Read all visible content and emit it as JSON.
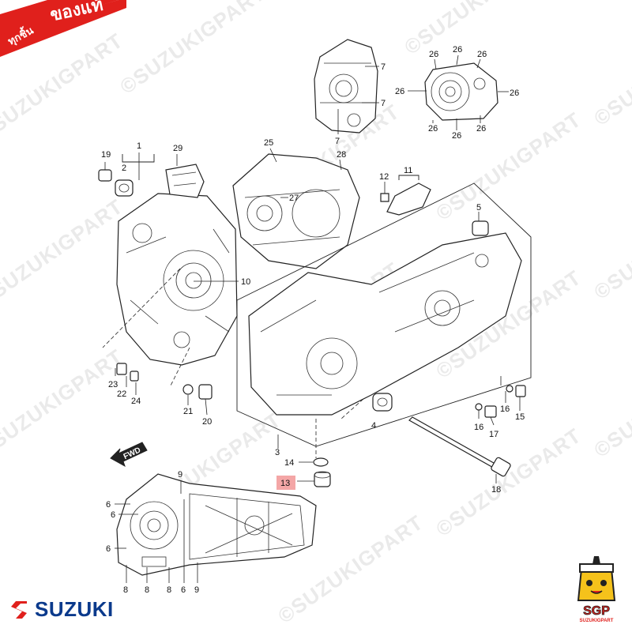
{
  "banner": {
    "small_text": "ทุกชิ้น",
    "big_text": "ของแท้",
    "color": "#e0201c"
  },
  "watermark": {
    "text": "©SUZUKIGPART"
  },
  "callouts": [
    {
      "id": "c1",
      "text": "1"
    },
    {
      "id": "c2",
      "text": "2"
    },
    {
      "id": "c3",
      "text": "3"
    },
    {
      "id": "c4",
      "text": "4"
    },
    {
      "id": "c5",
      "text": "5"
    },
    {
      "id": "c6a",
      "text": "6"
    },
    {
      "id": "c6b",
      "text": "6"
    },
    {
      "id": "c6c",
      "text": "6"
    },
    {
      "id": "c6d",
      "text": "6"
    },
    {
      "id": "c7a",
      "text": "7"
    },
    {
      "id": "c7b",
      "text": "7"
    },
    {
      "id": "c7c",
      "text": "7"
    },
    {
      "id": "c8a",
      "text": "8"
    },
    {
      "id": "c8b",
      "text": "8"
    },
    {
      "id": "c8c",
      "text": "8"
    },
    {
      "id": "c9a",
      "text": "9"
    },
    {
      "id": "c9b",
      "text": "9"
    },
    {
      "id": "c10",
      "text": "10"
    },
    {
      "id": "c11",
      "text": "11"
    },
    {
      "id": "c12",
      "text": "12"
    },
    {
      "id": "c13",
      "text": "13",
      "highlight": true
    },
    {
      "id": "c14",
      "text": "14"
    },
    {
      "id": "c15",
      "text": "15"
    },
    {
      "id": "c16a",
      "text": "16"
    },
    {
      "id": "c16b",
      "text": "16"
    },
    {
      "id": "c17",
      "text": "17"
    },
    {
      "id": "c18",
      "text": "18"
    },
    {
      "id": "c19",
      "text": "19"
    },
    {
      "id": "c20",
      "text": "20"
    },
    {
      "id": "c21",
      "text": "21"
    },
    {
      "id": "c22",
      "text": "22"
    },
    {
      "id": "c23",
      "text": "23"
    },
    {
      "id": "c24",
      "text": "24"
    },
    {
      "id": "c25",
      "text": "25"
    },
    {
      "id": "c26a",
      "text": "26"
    },
    {
      "id": "c26b",
      "text": "26"
    },
    {
      "id": "c26c",
      "text": "26"
    },
    {
      "id": "c26d",
      "text": "26"
    },
    {
      "id": "c26e",
      "text": "26"
    },
    {
      "id": "c26f",
      "text": "26"
    },
    {
      "id": "c26g",
      "text": "26"
    },
    {
      "id": "c26h",
      "text": "26"
    },
    {
      "id": "c27",
      "text": "27"
    },
    {
      "id": "c28",
      "text": "28"
    },
    {
      "id": "c29",
      "text": "29"
    }
  ],
  "fwd_label": "FWD",
  "highlight_color": "#f4a6a6",
  "logo": {
    "brand": "SUZUKI",
    "brand_color": "#0b3a8c",
    "mascot_title": "SGP",
    "mascot_sub": "SUZUKIGPART"
  }
}
